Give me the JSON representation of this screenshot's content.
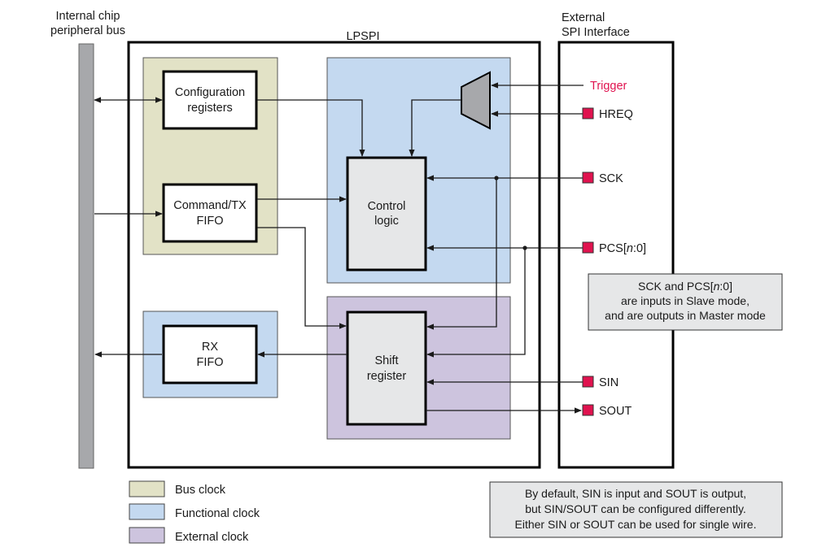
{
  "labels": {
    "internal_bus_line1": "Internal chip",
    "internal_bus_line2": "peripheral bus",
    "lpspi": "LPSPI",
    "external_line1": "External",
    "external_line2": "SPI Interface"
  },
  "blocks": {
    "config_line1": "Configuration",
    "config_line2": "registers",
    "cmdtx_line1": "Command/TX",
    "cmdtx_line2": "FIFO",
    "rx_line1": "RX",
    "rx_line2": "FIFO",
    "control_line1": "Control",
    "control_line2": "logic",
    "shift_line1": "Shift",
    "shift_line2": "register"
  },
  "signals": {
    "trigger": "Trigger",
    "hreq": "HREQ",
    "sck": "SCK",
    "pcs_prefix": "PCS[",
    "pcs_n": "n",
    "pcs_suffix": ":0]",
    "sin": "SIN",
    "sout": "SOUT"
  },
  "notes": {
    "sck_pcs_line1_a": "SCK and PCS[",
    "sck_pcs_line1_n": "n",
    "sck_pcs_line1_b": ":0]",
    "sck_pcs_line2": "are inputs in Slave mode,",
    "sck_pcs_line3": "and are outputs in Master mode",
    "sin_sout_line1": "By default, SIN is input and SOUT is output,",
    "sin_sout_line2": "but SIN/SOUT can be configured differently.",
    "sin_sout_line3": "Either SIN or SOUT can be used for single wire."
  },
  "legend": [
    {
      "label": "Bus clock",
      "color": "#e2e2c6"
    },
    {
      "label": "Functional clock",
      "color": "#c4d9f0"
    },
    {
      "label": "External clock",
      "color": "#cdc4de"
    }
  ],
  "colors": {
    "bus_clock": "#e2e2c6",
    "functional_clock": "#c4d9f0",
    "external_clock": "#cdc4de",
    "pin": "#e0134f",
    "trigger_text": "#e0134f",
    "bus_bar": "#a7a8ab",
    "mux": "#a7a8ab",
    "block_fill": "#e6e7e8",
    "note_fill": "#e6e7e8"
  }
}
